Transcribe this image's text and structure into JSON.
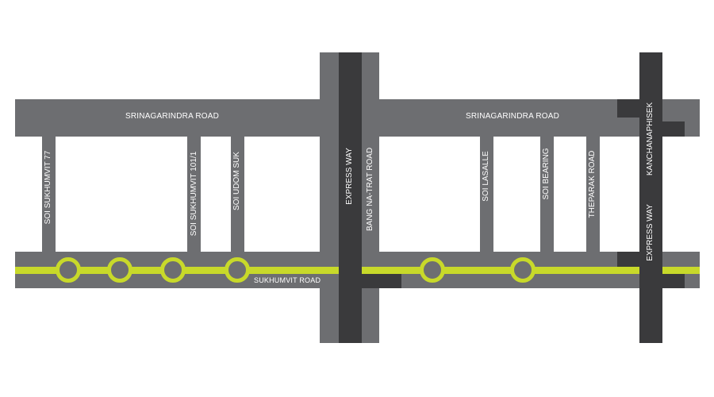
{
  "map": {
    "roads": {
      "srinagarindra_left": "SRINAGARINDRA ROAD",
      "srinagarindra_right": "SRINAGARINDRA ROAD",
      "sukhumvit": "SUKHUMVIT ROAD",
      "expressway_center": "EXPRESS WAY",
      "bangna_trat": "BANG NA-TRAT ROAD",
      "kanchanaphisek": "KANCHANAPHISEK",
      "expressway_right": "EXPRESS WAY"
    },
    "sois": {
      "soi_sukhumvit_77": "SOI SUKHUMVIT 77",
      "soi_sukhumvit_101_1": "SOI SUKHUMVIT 101/1",
      "soi_udom_suk": "SOI UDOM SUK",
      "soi_lasalle": "SOI LASALLE",
      "soi_bearing": "SOI BEARING",
      "theparak_road": "THEPARAK ROAD"
    },
    "colors": {
      "road": "#6d6e71",
      "expressway": "#3a3a3c",
      "rail_line": "#c8d92a",
      "label_text": "#ffffff"
    },
    "station_count": 6
  }
}
